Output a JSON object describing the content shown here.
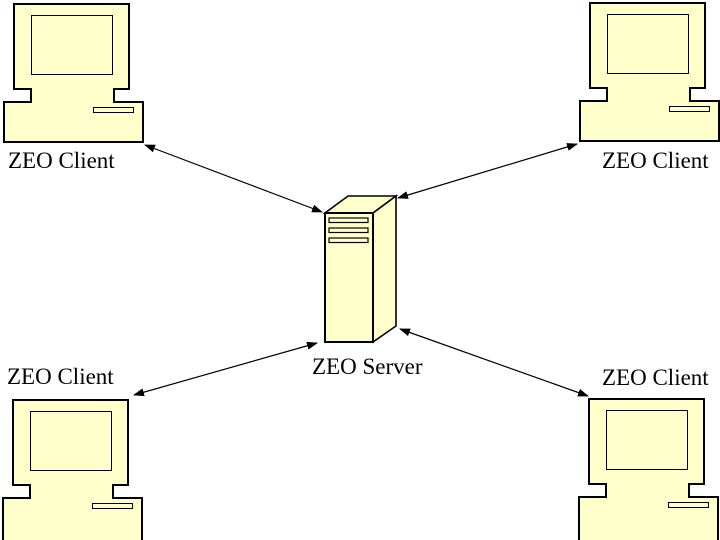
{
  "diagram": {
    "background_color": "#FFFFFF",
    "node_fill_color": "#FFFFCC",
    "outline_color": "#000000",
    "text_color": "#000000",
    "nodes": {
      "server": {
        "label": "ZEO Server",
        "icon": "server-tower",
        "position": "center"
      },
      "client_top_left": {
        "label": "ZEO Client",
        "icon": "desktop-computer",
        "position": "top-left"
      },
      "client_top_right": {
        "label": "ZEO Client",
        "icon": "desktop-computer",
        "position": "top-right"
      },
      "client_bottom_left": {
        "label": "ZEO Client",
        "icon": "desktop-computer",
        "position": "bottom-left"
      },
      "client_bottom_right": {
        "label": "ZEO Client",
        "icon": "desktop-computer",
        "position": "bottom-right"
      }
    },
    "edges": [
      {
        "from": "client_top_left",
        "to": "server",
        "style": "double-headed-arrow"
      },
      {
        "from": "client_top_right",
        "to": "server",
        "style": "double-headed-arrow"
      },
      {
        "from": "client_bottom_left",
        "to": "server",
        "style": "double-headed-arrow"
      },
      {
        "from": "client_bottom_right",
        "to": "server",
        "style": "double-headed-arrow"
      }
    ]
  }
}
